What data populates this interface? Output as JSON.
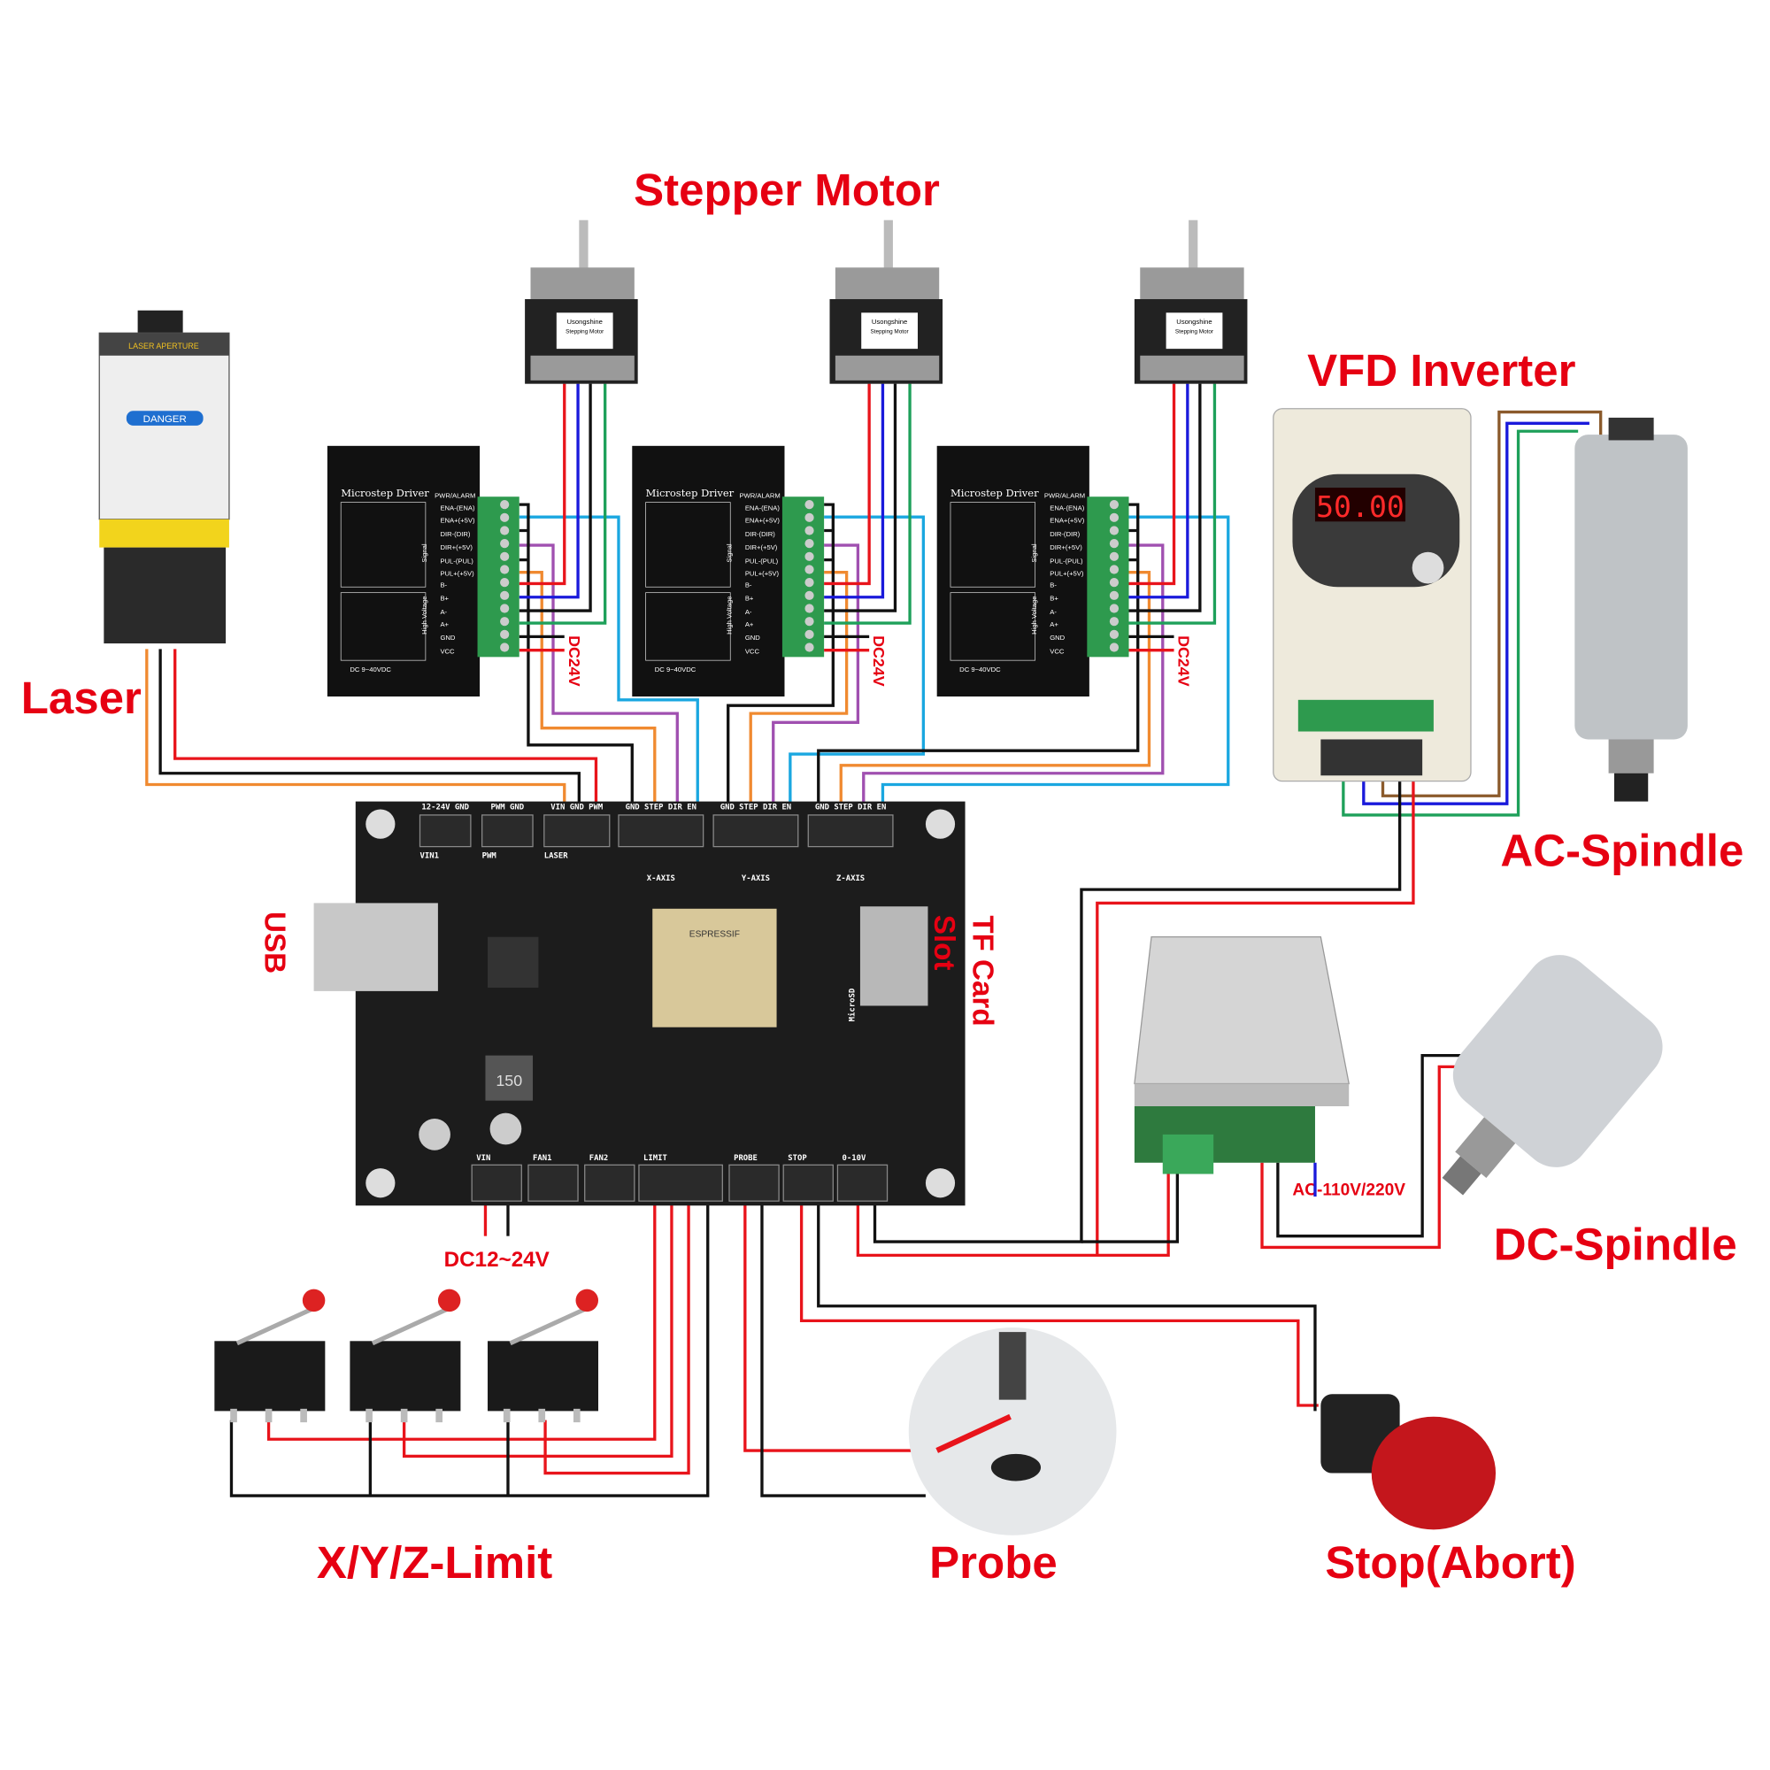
{
  "labels": {
    "stepper_motor": "Stepper Motor",
    "vfd_inverter": "VFD Inverter",
    "ac_spindle": "AC-Spindle",
    "laser": "Laser",
    "usb": "USB",
    "tf_card": "TF Card",
    "slot": "Slot",
    "dc_spindle": "DC-Spindle",
    "dc_input": "DC12~24V",
    "ac_input": "AC-110V/220V",
    "limit": "X/Y/Z-Limit",
    "probe": "Probe",
    "stop": "Stop(Abort)",
    "dc24v": "DC24V"
  },
  "board": {
    "top_headers": [
      {
        "pins": "12-24V GND",
        "name": "VIN1"
      },
      {
        "pins": "PWM GND",
        "name": "PWM"
      },
      {
        "pins": "VIN GND PWM",
        "name": "LASER"
      },
      {
        "pins": "GND STEP DIR EN",
        "name": "X-AXIS"
      },
      {
        "pins": "GND STEP DIR EN",
        "name": "Y-AXIS"
      },
      {
        "pins": "GND STEP DIR EN",
        "name": "Z-AXIS"
      }
    ],
    "bottom_headers": [
      "VIN",
      "FAN1",
      "FAN2",
      "LIMIT",
      "PROBE",
      "STOP",
      "0-10V"
    ],
    "chip_label": "ESPRESSIF",
    "inductor_label": "150",
    "microsd_label": "MicroSD"
  },
  "driver": {
    "title": "Microstep Driver",
    "alarm": "PWR/ALARM",
    "terminals": [
      "ENA-(ENA)",
      "ENA+(+5V)",
      "DIR-(DIR)",
      "DIR+(+5V)",
      "PUL-(PUL)",
      "PUL+(+5V)",
      "B-",
      "B+",
      "A-",
      "A+",
      "GND",
      "VCC"
    ],
    "signal": "Signal",
    "high_voltage": "High Voltage",
    "power": "DC 9~40VDC"
  },
  "motor": {
    "brand": "Usongshine",
    "type": "Stepping Motor"
  },
  "vfd": {
    "display": "50.00"
  },
  "laser_module": {
    "aperture": "LASER APERTURE",
    "danger": "DANGER"
  },
  "colors": {
    "label_red": "#e60012",
    "wire_red": "#e8141b",
    "wire_blue": "#1a1adb",
    "wire_green": "#1ea05a",
    "wire_cyan": "#1aa7e0",
    "wire_purple": "#a050b0",
    "wire_orange": "#f08a30",
    "wire_brown": "#8b5a2b"
  }
}
